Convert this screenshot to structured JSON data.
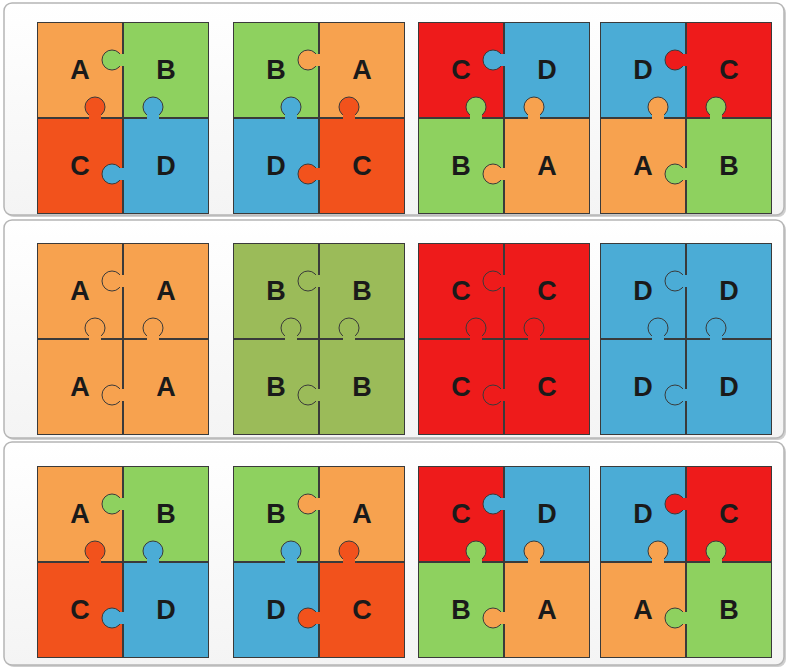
{
  "diagram": {
    "nodes": [
      {
        "text": [
          "A"
        ]
      },
      {
        "text": [
          "B"
        ]
      },
      {
        "text": [
          "C"
        ]
      },
      {
        "text": [
          "D"
        ]
      },
      {
        "text": [
          "B"
        ]
      },
      {
        "text": [
          "A"
        ]
      },
      {
        "text": [
          "D"
        ]
      },
      {
        "text": [
          "C"
        ]
      },
      {
        "text": [
          "C"
        ]
      },
      {
        "text": [
          "D"
        ]
      },
      {
        "text": [
          "B"
        ]
      },
      {
        "text": [
          "A"
        ]
      },
      {
        "text": [
          "D"
        ]
      },
      {
        "text": [
          "C"
        ]
      },
      {
        "text": [
          "A"
        ]
      },
      {
        "text": [
          "B"
        ]
      },
      {
        "text": [
          "A"
        ]
      },
      {
        "text": [
          "A"
        ]
      },
      {
        "text": [
          "A"
        ]
      },
      {
        "text": [
          "A"
        ]
      },
      {
        "text": [
          "B"
        ]
      },
      {
        "text": [
          "B"
        ]
      },
      {
        "text": [
          "B"
        ]
      },
      {
        "text": [
          "B"
        ]
      },
      {
        "text": [
          "C"
        ]
      },
      {
        "text": [
          "C"
        ]
      },
      {
        "text": [
          "C"
        ]
      },
      {
        "text": [
          "C"
        ]
      },
      {
        "text": [
          "D"
        ]
      },
      {
        "text": [
          "D"
        ]
      },
      {
        "text": [
          "D"
        ]
      },
      {
        "text": [
          "D"
        ]
      },
      {
        "text": [
          "A"
        ]
      },
      {
        "text": [
          "B"
        ]
      },
      {
        "text": [
          "C"
        ]
      },
      {
        "text": [
          "D"
        ]
      },
      {
        "text": [
          "B"
        ]
      },
      {
        "text": [
          "A"
        ]
      },
      {
        "text": [
          "D"
        ]
      },
      {
        "text": [
          "C"
        ]
      },
      {
        "text": [
          "C"
        ]
      },
      {
        "text": [
          "D"
        ]
      },
      {
        "text": [
          "B"
        ]
      },
      {
        "text": [
          "A"
        ]
      },
      {
        "text": [
          "D"
        ]
      },
      {
        "text": [
          "C"
        ]
      },
      {
        "text": [
          "A"
        ]
      },
      {
        "text": [
          "B"
        ]
      }
    ]
  }
}
